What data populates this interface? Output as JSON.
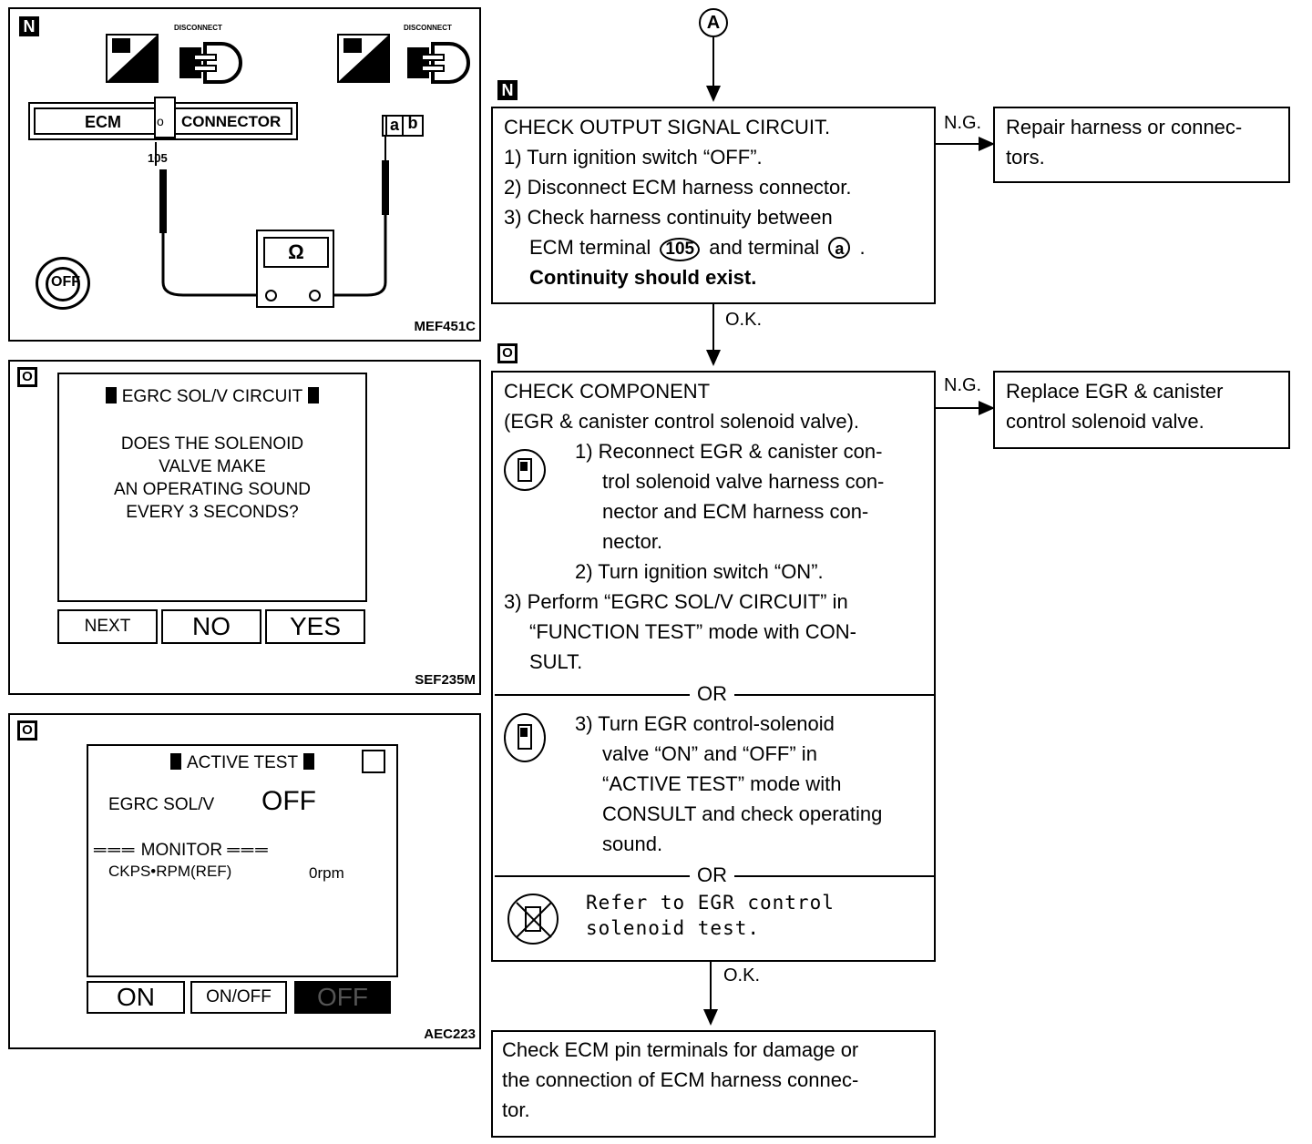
{
  "left": {
    "fig1": {
      "tag": "N",
      "connector_label_left": "ECM",
      "connector_label_right": "CONNECTOR",
      "pin_number": "105",
      "terminal_a": "a",
      "terminal_b": "b",
      "disconnect_label": "DISCONNECT",
      "ohm_symbol": "Ω",
      "key_off_label": "OFF",
      "fig_id": "MEF451C"
    },
    "fig2": {
      "tag": "O",
      "title": "EGRC SOL/V CIRCUIT",
      "question": [
        "DOES THE SOLENOID",
        "VALVE MAKE",
        "AN OPERATING SOUND",
        "EVERY 3 SECONDS?"
      ],
      "buttons": [
        "NEXT",
        "NO",
        "YES"
      ],
      "fig_id": "SEF235M"
    },
    "fig3": {
      "tag": "O",
      "title": "ACTIVE TEST",
      "item_label": "EGRC SOL/V",
      "item_value": "OFF",
      "monitor_label": "MONITOR",
      "monitor_item": "CKPS•RPM(REF)",
      "monitor_value": "0rpm",
      "buttons": [
        "ON",
        "ON/OFF",
        "OFF"
      ],
      "fig_id": "AEC223"
    }
  },
  "flow": {
    "connector_label": "A",
    "step1": {
      "tag": "N",
      "title": "CHECK OUTPUT SIGNAL CIRCUIT.",
      "lines": [
        "1) Turn ignition switch “OFF”.",
        "2) Disconnect ECM harness connector.",
        "3) Check harness continuity between"
      ],
      "line4_prefix": "ECM terminal",
      "line4_pin": "105",
      "line4_mid": "and terminal",
      "line4_term": "a",
      "line4_suffix": ".",
      "result": "Continuity should exist.",
      "ng_label": "N.G.",
      "ng_action": [
        "Repair harness or connec-",
        "tors."
      ],
      "ok_label": "O.K."
    },
    "step2": {
      "tag": "O",
      "title": "CHECK COMPONENT",
      "subtitle": "(EGR & canister control solenoid valve).",
      "a_lines": [
        "1) Reconnect EGR & canister con-",
        "trol solenoid valve harness con-",
        "nector and ECM harness con-",
        "nector.",
        "2) Turn ignition switch “ON”."
      ],
      "b_lines": [
        "3) Perform “EGRC SOL/V CIRCUIT” in",
        "“FUNCTION TEST” mode with CON-",
        "SULT."
      ],
      "or_label": "OR",
      "c_lines": [
        "3) Turn EGR control-solenoid",
        "valve “ON” and “OFF” in",
        "“ACTIVE TEST” mode with",
        "CONSULT and check operating",
        "sound."
      ],
      "d_lines": [
        "Refer to EGR control",
        "solenoid test."
      ],
      "ng_label": "N.G.",
      "ng_action": [
        "Replace EGR & canister",
        "control solenoid valve."
      ],
      "ok_label": "O.K."
    },
    "final": {
      "lines": [
        "Check ECM pin terminals for damage or",
        "the connection of ECM harness connec-",
        "tor."
      ]
    }
  }
}
